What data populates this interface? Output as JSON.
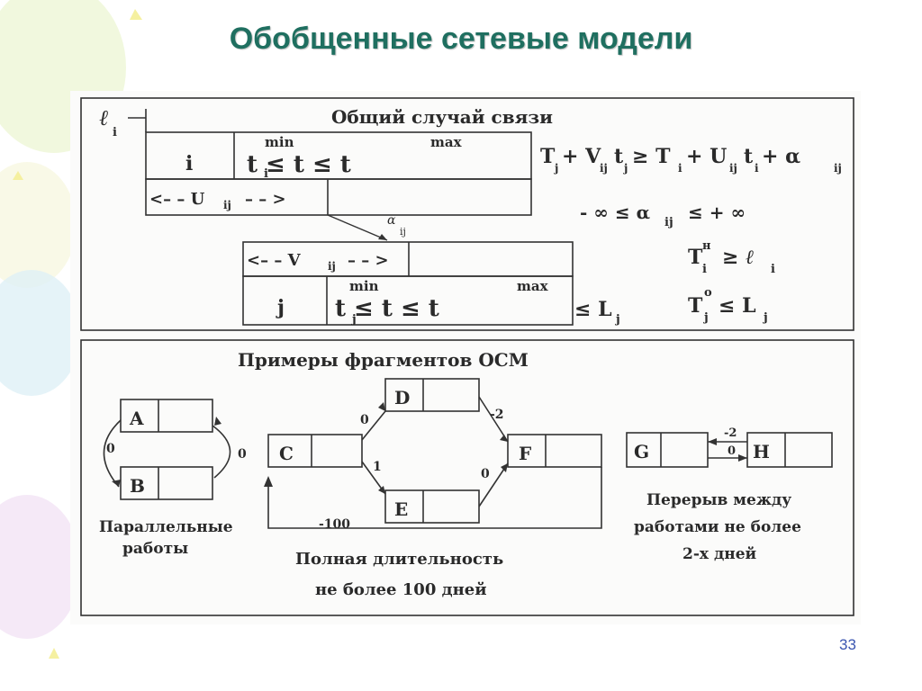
{
  "slide": {
    "title": "Обобщенные сетевые модели",
    "page_number": "33"
  },
  "general_case": {
    "heading": "Общий случай связи",
    "l_i": "ℓ",
    "l_i_sub": "i",
    "top_box": {
      "id": "i",
      "min_label": "min",
      "max_label": "max",
      "ineq": "t ≤ t ≤ t",
      "sub": "i"
    },
    "U_label": "<– – U",
    "U_sub": "ij",
    "U_tail": "– – >",
    "alpha": "α",
    "alpha_sub": "ij",
    "V_label": "<– – V",
    "V_sub": "ij",
    "V_tail": "– – >",
    "bottom_box": {
      "id": "j",
      "min_label": "min",
      "max_label": "max",
      "ineq": "t ≤ t ≤ t",
      "sub": "j"
    },
    "L_j": "≤ L",
    "L_j_sub": "j",
    "formula1": "T",
    "formula1_sub": "j",
    "formula1_rest1": "+ V",
    "formula1_sub2": "ij",
    "formula1_rest2": "t",
    "formula1_sub3": "j",
    "formula1_rest3": "≥ T",
    "formula1_sub4": "i",
    "formula1_rest4": "+ U",
    "formula1_sub5": "ij",
    "formula1_rest5": "t",
    "formula1_sub6": "i",
    "formula1_rest6": "+ α",
    "formula1_sub7": "ij",
    "formula2_left": "- ∞ ≤ α",
    "formula2_sub": "ij",
    "formula2_right": "≤ + ∞",
    "formula3": "T",
    "formula3_sup": "н",
    "formula3_sub": "i",
    "formula3_rest": "≥ ℓ",
    "formula3_sub2": "i",
    "formula4": "T",
    "formula4_sup": "о",
    "formula4_sub": "j",
    "formula4_rest": "≤ L",
    "formula4_sub2": "j"
  },
  "examples": {
    "heading": "Примеры фрагментов ОСМ",
    "parallel": {
      "A": "A",
      "B": "B",
      "lag_left": "0",
      "lag_right": "0",
      "caption_line1": "Параллельные",
      "caption_line2": "работы"
    },
    "duration": {
      "C": "C",
      "D": "D",
      "E": "E",
      "F": "F",
      "lag_CD": "0",
      "lag_DF": "-2",
      "lag_CE": "1",
      "lag_EF": "0",
      "lag_FC": "-100",
      "caption_line1": "Полная длительность",
      "caption_line2": "не более 100 дней"
    },
    "break": {
      "G": "G",
      "H": "H",
      "lag_back": "-2",
      "lag_fwd": "0",
      "caption_line1": "Перерыв между",
      "caption_line2": "работами не более",
      "caption_line3": "2-х дней"
    }
  },
  "colors": {
    "title": "#1f6f60",
    "ink": "#2a2a2a",
    "page_number": "#3a55b0"
  }
}
